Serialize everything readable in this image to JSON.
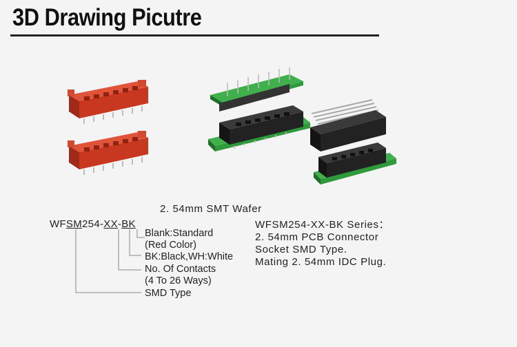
{
  "header": {
    "title": "3D Drawing Picutre"
  },
  "figure": {
    "caption": "2. 54mm  SMT  Wafer"
  },
  "part_number": {
    "prefix": "WF",
    "sm": "SM",
    "mid": "254-",
    "xx": "XX",
    "dash": "-",
    "bk": "BK"
  },
  "legend": {
    "blank_line1": "Blank:Standard",
    "blank_line2": "(Red Color)",
    "bk_line": "BK:Black,WH:White",
    "contacts_line1": "No. Of Contacts",
    "contacts_line2": "(4 To 26 Ways)",
    "smd_line": "SMD Type"
  },
  "series": {
    "line1": "WFSM254-XX-BK  Series：",
    "line2": "2. 54mm  PCB  Connector",
    "line3": "Socket  SMD  Type.",
    "line4": "Mating  2. 54mm  IDC  Plug."
  },
  "colors": {
    "red_body": "#c8371f",
    "black_body": "#2b2b2b",
    "pcb_green": "#2f9a3c",
    "pin_silver": "#b9b9b9"
  }
}
